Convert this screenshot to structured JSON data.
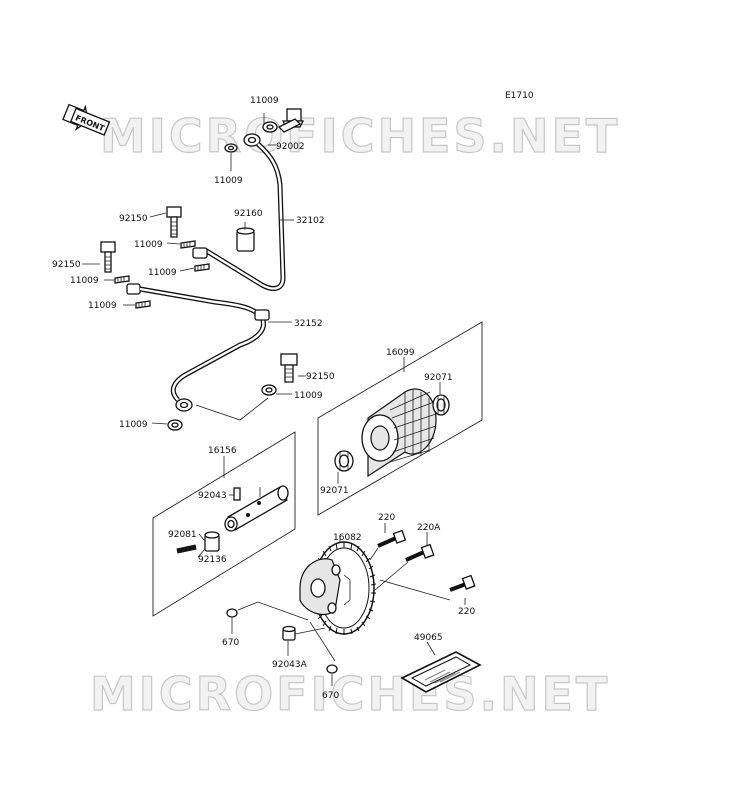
{
  "diagram": {
    "code": "E1710",
    "front_label": "FRONT",
    "watermark_text": "MICROFICHES.NET",
    "labels": {
      "p11009_top": "11009",
      "p92002": "92002",
      "p11009_b": "11009",
      "p92160": "92160",
      "p32102": "32102",
      "p92150_a": "92150",
      "p11009_c": "11009",
      "p92150_b": "92150",
      "p11009_d": "11009",
      "p11009_e": "11009",
      "p11009_f": "11009",
      "p32152": "32152",
      "p16099": "16099",
      "p92150_c": "92150",
      "p11009_g": "11009",
      "p92071_a": "92071",
      "p11009_h": "11009",
      "p16156": "16156",
      "p92071_b": "92071",
      "p92043": "92043",
      "p220": "220",
      "p220A": "220A",
      "p16082": "16082",
      "p92081": "92081",
      "p92136": "92136",
      "p220_b": "220",
      "p49065": "49065",
      "p670_a": "670",
      "p92043A": "92043A",
      "p670_b": "670"
    }
  }
}
